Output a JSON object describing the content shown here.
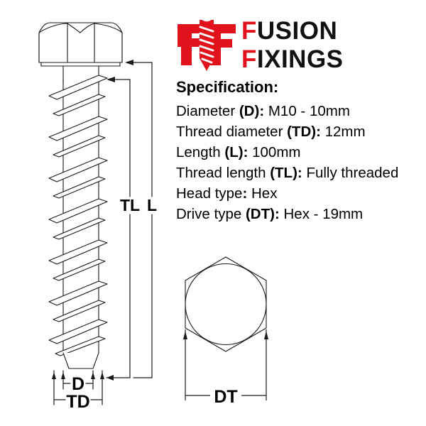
{
  "brand": {
    "mark_name": "fusion-fixings-screw-logo",
    "line1_first": "F",
    "line1_rest": "USION",
    "line2_first": "F",
    "line2_rest": "IXINGS",
    "red": "#e1121b",
    "black": "#111111"
  },
  "spec": {
    "title": "Specification:",
    "lines": [
      {
        "label": "Diameter ",
        "code": "(D)",
        "sep": ": ",
        "value": "M10 - 10mm"
      },
      {
        "label": "Thread diameter ",
        "code": "(TD)",
        "sep": ": ",
        "value": "12mm"
      },
      {
        "label": "Length ",
        "code": "(L)",
        "sep": ": ",
        "value": "100mm"
      },
      {
        "label": "Thread length ",
        "code": "(TL)",
        "sep": ": ",
        "value": "Fully threaded"
      },
      {
        "label": "Head type",
        "code": "",
        "sep": ": ",
        "value": "Hex"
      },
      {
        "label": "Drive type ",
        "code": "(DT)",
        "sep": ": ",
        "value": "Hex - 19mm"
      }
    ]
  },
  "drawing": {
    "screw_name": "hex-head-concrete-screw-bolt-side-view",
    "hex_name": "hex-drive-across-flats-end-view",
    "dimensions": {
      "D": "D",
      "TD": "TD",
      "TL": "TL",
      "L": "L",
      "DT": "DT"
    },
    "line_color": "#1a1a1a"
  }
}
